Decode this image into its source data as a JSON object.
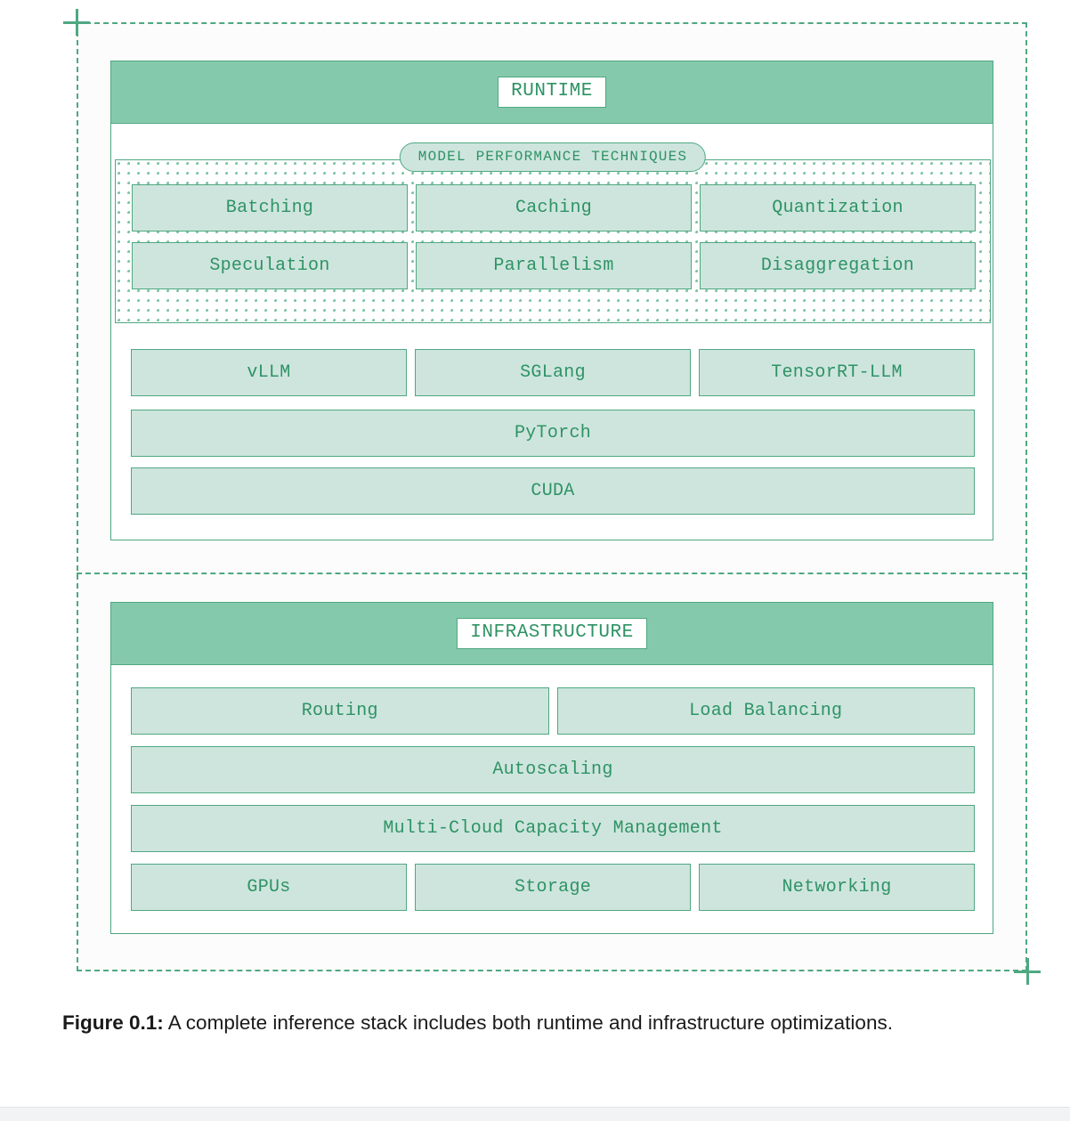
{
  "figure": {
    "caption_label": "Figure 0.1:",
    "caption_text": " A complete inference stack includes both runtime and infrastructure optimizations."
  },
  "colors": {
    "accent_border": "#4FA882",
    "header_band": "#85C9AC",
    "box_fill": "#CEE5DE",
    "text_green": "#2E9364",
    "dot_grid": "#7EC4A6",
    "canvas": "#FBFCFB"
  },
  "runtime_panel": {
    "header_badge": "RUNTIME",
    "techniques_group": {
      "pill_label": "MODEL PERFORMANCE TECHNIQUES",
      "rows": [
        [
          "Batching",
          "Caching",
          "Quantization"
        ],
        [
          "Speculation",
          "Parallelism",
          "Disaggregation"
        ]
      ]
    },
    "stack_rows": [
      [
        "vLLM",
        "SGLang",
        "TensorRT-LLM"
      ],
      [
        "PyTorch"
      ],
      [
        "CUDA"
      ]
    ]
  },
  "infrastructure_panel": {
    "header_badge": "INFRASTRUCTURE",
    "rows": [
      [
        "Routing",
        "Load Balancing"
      ],
      [
        "Autoscaling"
      ],
      [
        "Multi-Cloud Capacity Management"
      ],
      [
        "GPUs",
        "Storage",
        "Networking"
      ]
    ]
  }
}
